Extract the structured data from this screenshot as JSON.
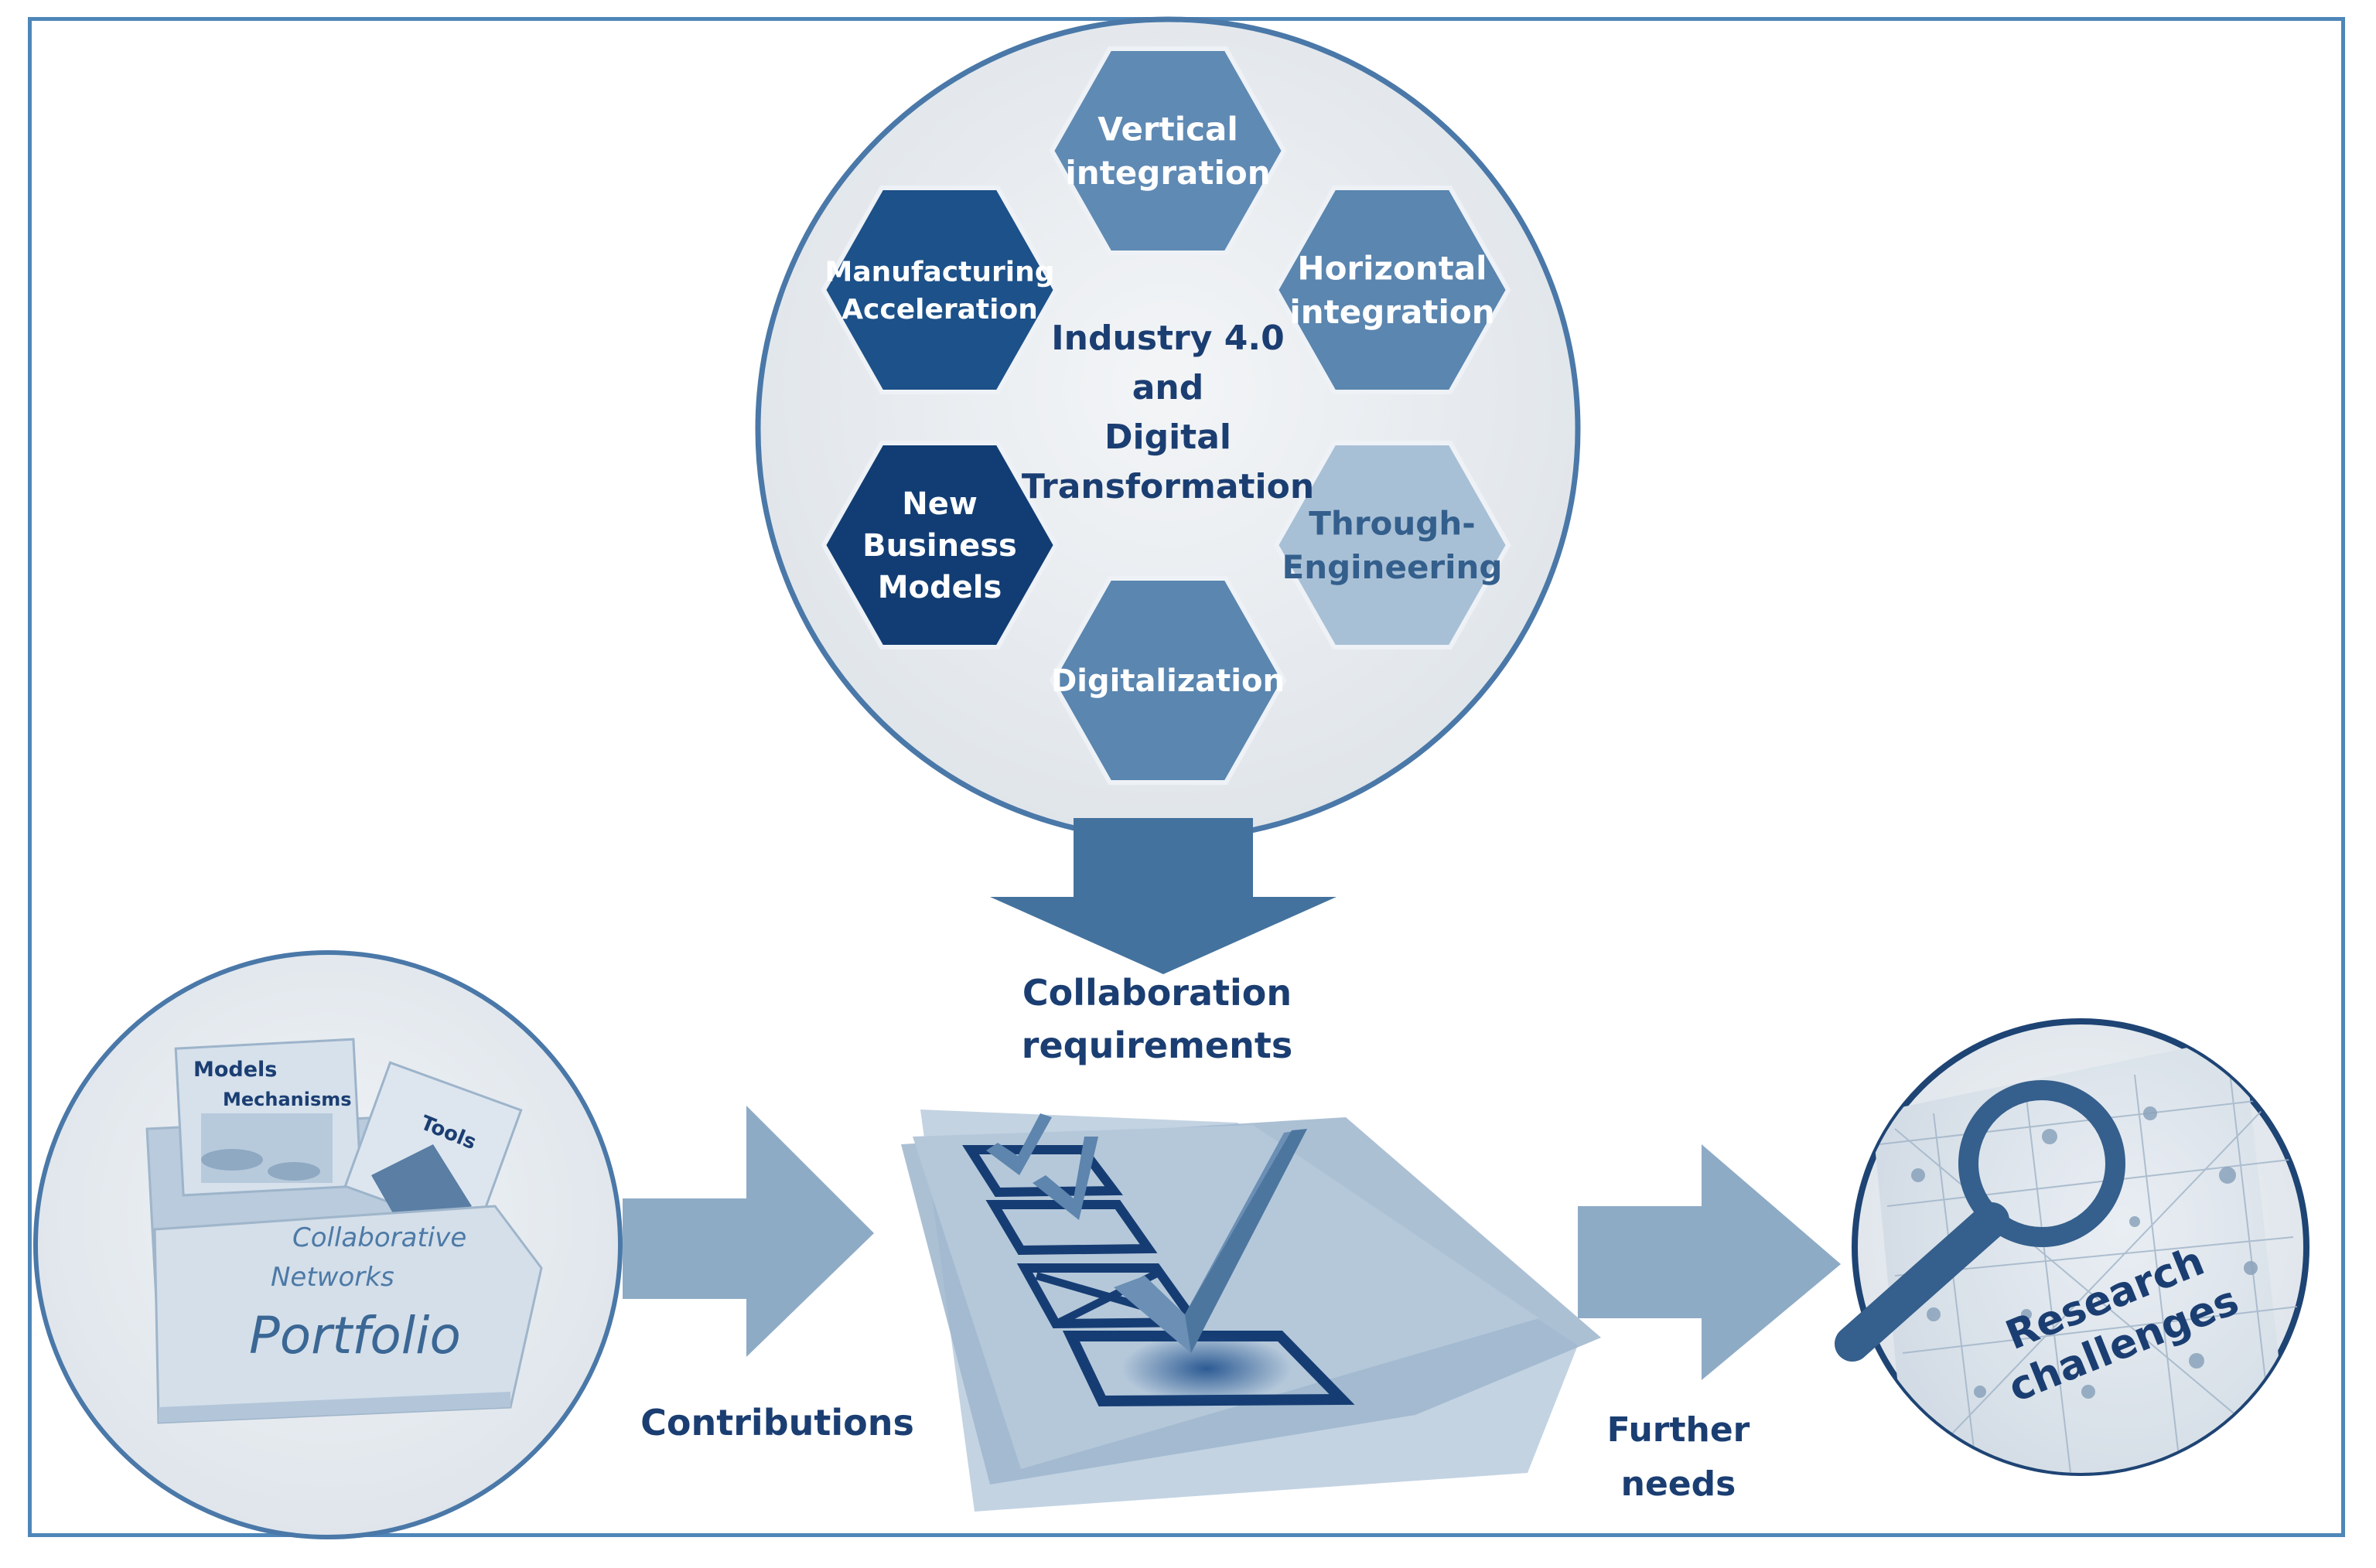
{
  "hub": {
    "center_lines": [
      "Industry 4.0",
      "and",
      "Digital",
      "Transformation"
    ],
    "hexagons": [
      {
        "id": "vertical",
        "lines": [
          "Vertical",
          "integration"
        ],
        "color": "#5f8ab4",
        "text_color": "#ffffff"
      },
      {
        "id": "horizontal",
        "lines": [
          "Horizontal",
          "integration"
        ],
        "color": "#5a86b0",
        "text_color": "#ffffff"
      },
      {
        "id": "through",
        "lines": [
          "Through-",
          "Engineering"
        ],
        "color": "#a8c0d6",
        "text_color": "#345f8c"
      },
      {
        "id": "digitalization",
        "lines": [
          "Digitalization"
        ],
        "color": "#5a86b0",
        "text_color": "#ffffff"
      },
      {
        "id": "business",
        "lines": [
          "New",
          "Business",
          "Models"
        ],
        "color": "#123d74",
        "text_color": "#ffffff"
      },
      {
        "id": "manufacturing",
        "lines": [
          "Manufacturing",
          "Acceleration"
        ],
        "color": "#1d5189",
        "text_color": "#ffffff"
      }
    ]
  },
  "labels": {
    "requirements": [
      "Collaboration",
      "requirements"
    ],
    "contributions": "Contributions",
    "further_needs": [
      "Further",
      "needs"
    ]
  },
  "portfolio": {
    "doc_labels": [
      "Models",
      "Mechanisms",
      "Tools"
    ],
    "folder_labels": [
      "Collaborative",
      "Networks"
    ],
    "title": "Portfolio"
  },
  "research": {
    "title_lines": [
      "Research",
      "challenges"
    ]
  },
  "colors": {
    "frame": "#4f86b8",
    "circle_border": "#4a78a8",
    "navy_text": "#1b3e72",
    "arrow_main": "#44729e",
    "arrow_soft": "#8eabc6"
  }
}
